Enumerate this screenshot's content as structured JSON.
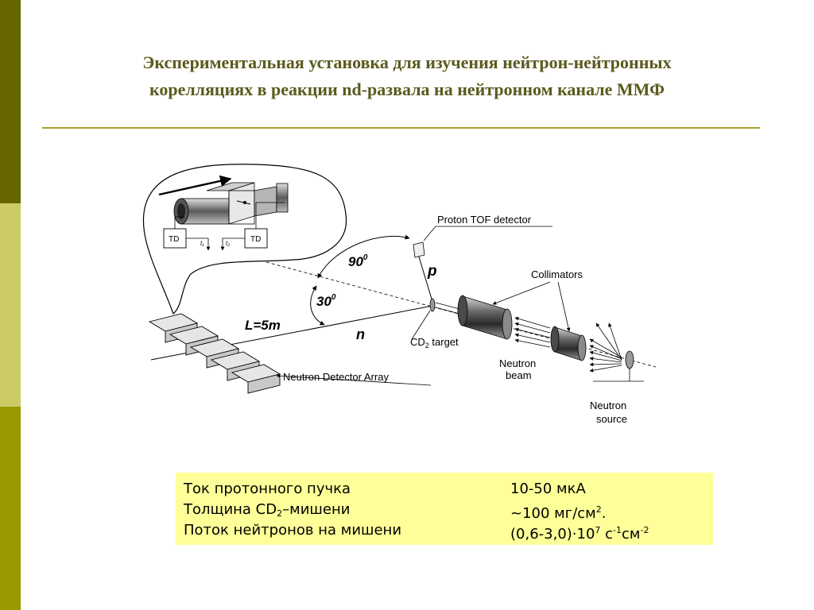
{
  "slide": {
    "title_line1": "Экспериментальная установка для изучения нейтрон-нейтронных",
    "title_line2": "корелляциях в реакции nd-развала на нейтронном канале ММФ"
  },
  "diagram": {
    "label_td_left": "TD",
    "label_td_right": "TD",
    "label_t1": "t₁",
    "label_t2": "t₂",
    "label_proton_tof": "Proton TOF detector",
    "label_angle_90": "90",
    "label_angle_90_sup": "0",
    "label_angle_30": "30",
    "label_angle_30_sup": "0",
    "label_p": "p",
    "label_n": "n",
    "label_distance": "L=5m",
    "label_collimators": "Collimators",
    "label_target_prefix": "CD",
    "label_target_sub": "2",
    "label_target_suffix": " target",
    "label_neutron_beam_1": "Neutron",
    "label_neutron_beam_2": "beam",
    "label_neutron_source_1": "Neutron",
    "label_neutron_source_2": "source",
    "label_detector_array": "Neutron Detector Array"
  },
  "params": {
    "row1_label": "Ток протонного пучка",
    "row1_value": "10-50 мкА",
    "row2_label_prefix": "Толщина CD",
    "row2_label_sub": "2",
    "row2_label_suffix": "–мишени",
    "row2_value_prefix": "~100 мг/см",
    "row2_value_sup": "2",
    "row2_value_suffix": ".",
    "row3_label": "Поток нейтронов на мишени",
    "row3_value_prefix": "(0,6-3,0)·10",
    "row3_value_sup1": "7",
    "row3_value_mid": " с",
    "row3_value_sup2": "-1",
    "row3_value_mid2": "см",
    "row3_value_sup3": "-2"
  }
}
